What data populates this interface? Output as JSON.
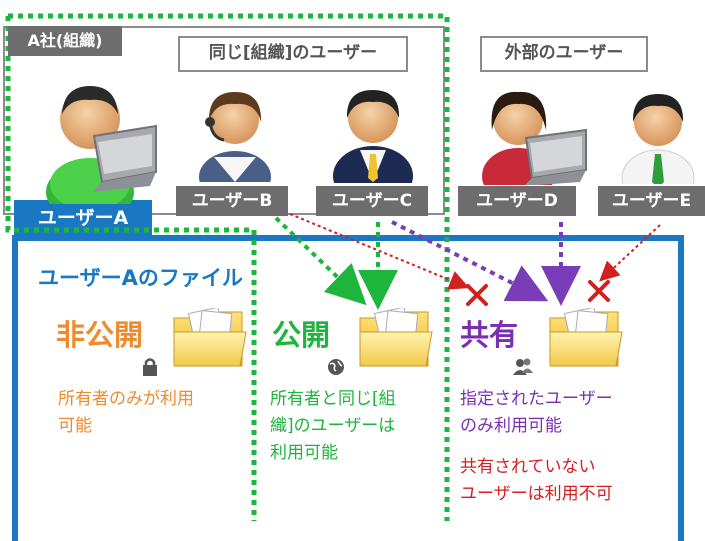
{
  "company_label": "A社(組織)",
  "same_org_label": "同じ[組織]のユーザー",
  "external_label": "外部のユーザー",
  "users": {
    "a": "ユーザーA",
    "b": "ユーザーB",
    "c": "ユーザーC",
    "d": "ユーザーD",
    "e": "ユーザーE"
  },
  "files_title": "ユーザーAのファイル",
  "sections": {
    "private": {
      "title": "非公開",
      "desc_line1": "所有者のみが利用",
      "desc_line2": "可能",
      "color": "#f08a2a"
    },
    "public": {
      "title": "公開",
      "desc_line1": "所有者と同じ[組",
      "desc_line2": "織]のユーザーは",
      "desc_line3": "利用可能",
      "color": "#1db53c"
    },
    "shared": {
      "title": "共有",
      "desc_line1": "指定されたユーザー",
      "desc_line2": "のみ利用可能",
      "desc_line3": "共有されていない",
      "desc_line4": "ユーザーは利用不可",
      "color": "#7a2fb0",
      "denied_color": "#d21f1f"
    }
  },
  "colors": {
    "panel_blue": "#1a78c2",
    "dotted_green": "#1db53c",
    "arrow_purple": "#7a3db8",
    "arrow_red": "#d21f1f",
    "tag_gray": "#6d6d6d"
  },
  "icons": [
    "person-laptop-icon",
    "person-headset-icon",
    "person-suit-icon",
    "folder-icon",
    "lock-icon",
    "globe-icon",
    "people-icon",
    "deny-x-icon"
  ]
}
